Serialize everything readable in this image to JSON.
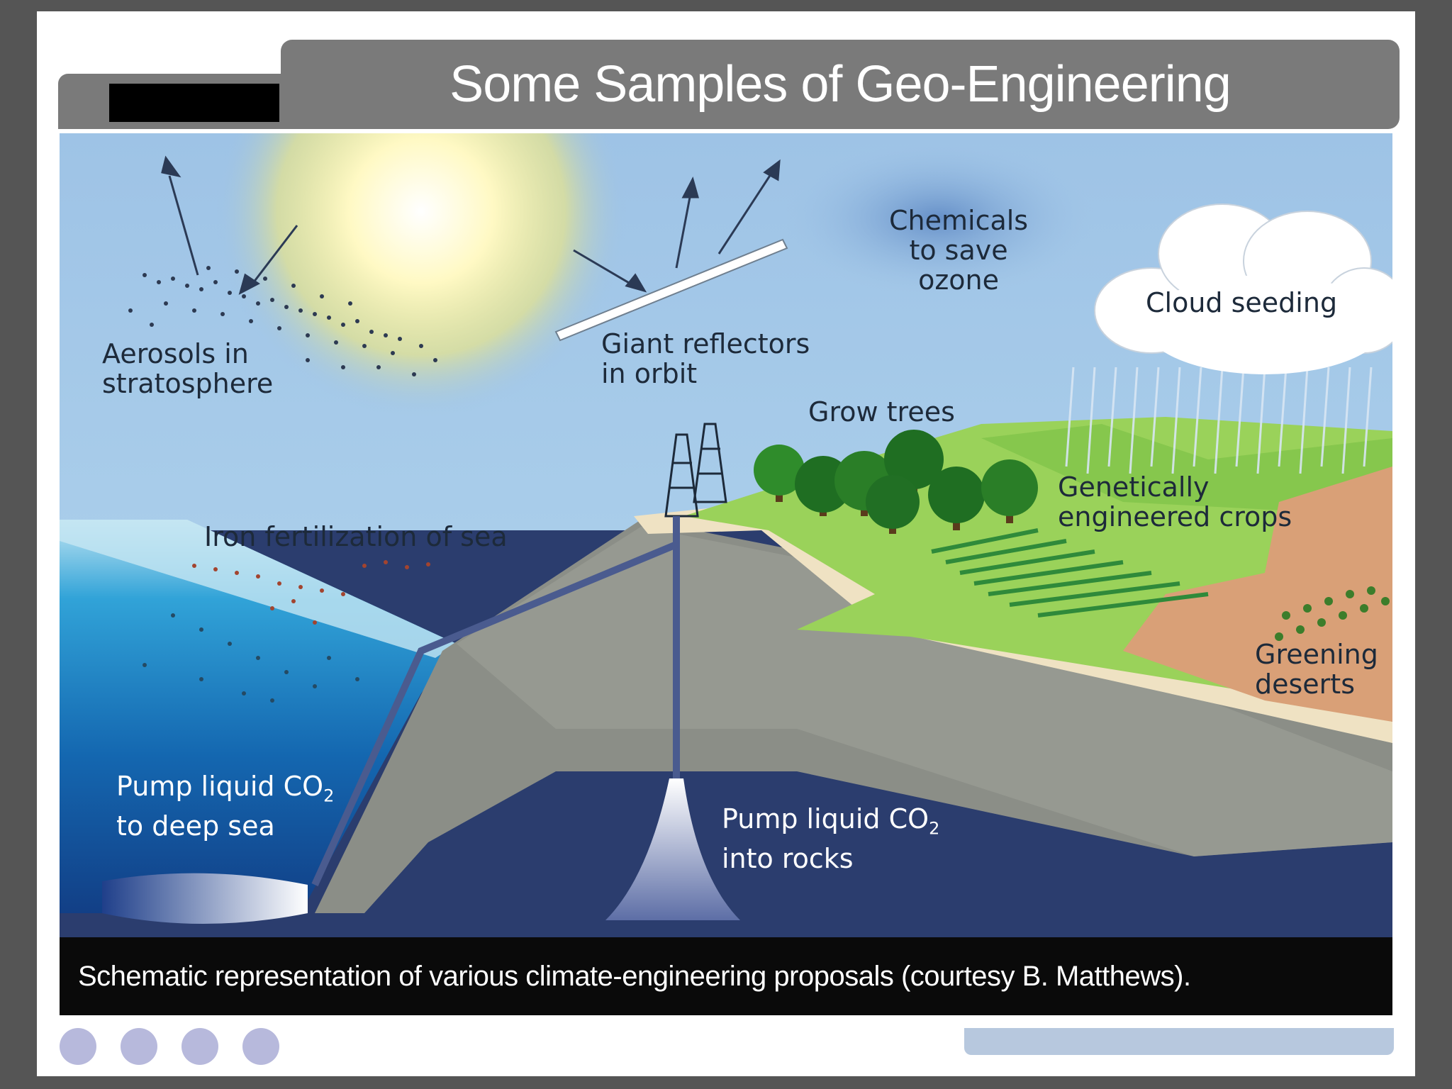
{
  "slide": {
    "title": "Some Samples of Geo-Engineering",
    "caption": "Schematic representation of various climate-engineering proposals (courtesy B. Matthews).",
    "nav_dots": 4
  },
  "labels": {
    "aerosols_line1": "Aerosols in",
    "aerosols_line2": "stratosphere",
    "reflectors_line1": "Giant reflectors",
    "reflectors_line2": "in orbit",
    "chemicals_line1": "Chemicals",
    "chemicals_line2": "to save",
    "chemicals_line3": "ozone",
    "cloud_seeding": "Cloud seeding",
    "grow_trees": "Grow trees",
    "crops_line1": "Genetically",
    "crops_line2": "engineered crops",
    "iron": "Iron fertilization of sea",
    "greening_line1": "Greening",
    "greening_line2": "deserts",
    "pump_sea_line1": "Pump liquid CO",
    "pump_sea_sub": "2",
    "pump_sea_line2": "to deep sea",
    "pump_rocks_line1": "Pump liquid CO",
    "pump_rocks_sub": "2",
    "pump_rocks_line2": "into rocks"
  },
  "colors": {
    "sky": "#9cc0e4",
    "sun": "#fff7b0",
    "sea": "#1c73b8",
    "land_green": "#9ad25a",
    "rock_gray": "#8b8e87",
    "desert": "#d9a077",
    "deep_rock": "#2d3f72"
  }
}
